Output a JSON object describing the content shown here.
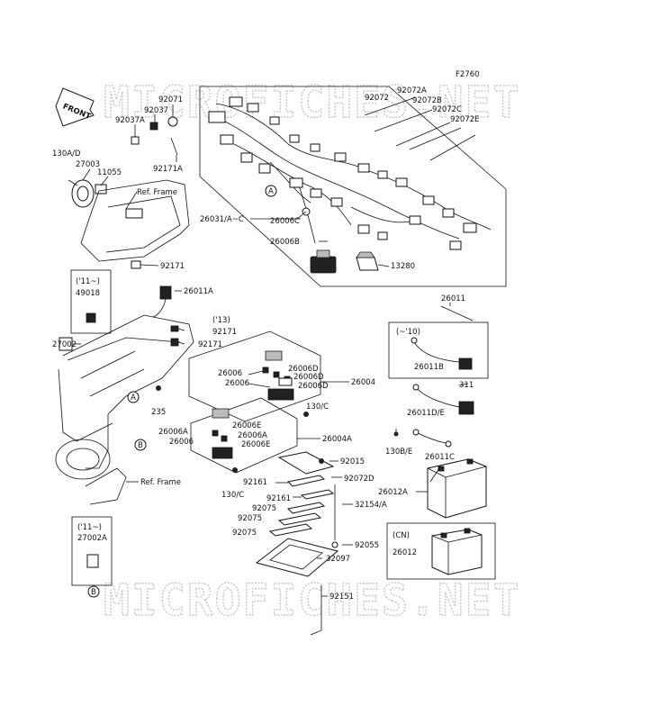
{
  "diagram_code": "F2760",
  "front_label": "FRONT",
  "watermark": "MICROFICHES.NET",
  "callout_a": "A",
  "callout_b": "B",
  "labels": {
    "p92071": "92071",
    "p92037": "92037",
    "p92037a": "92037A",
    "p92171a": "92171A",
    "p130ad": "130A/D",
    "p27003": "27003",
    "p11055": "11055",
    "ref_frame_1": "Ref. Frame",
    "p92171_1": "92171",
    "p26031": "26031/A~C",
    "p26006c": "26006C",
    "p26006b": "26006B",
    "p13280": "13280",
    "p92072": "92072",
    "p92072a": "92072A",
    "p92072b": "92072B",
    "p92072c": "92072C",
    "p92072e": "92072E",
    "yr11_1": "('11~)",
    "p49018": "49018",
    "p26011a": "26011A",
    "yr13": "('13)",
    "p92171_2": "92171",
    "p92171_3": "92171",
    "p27002": "27002",
    "p26011": "26011",
    "yr10": "(~'10)",
    "p26011b": "26011B",
    "p311": "311",
    "p26011de": "26011D/E",
    "p130be": "130B/E",
    "p26011c": "26011C",
    "p26006_1": "26006",
    "p26006_2": "26006",
    "p26006d_1": "26006D",
    "p26006d_2": "26006D",
    "p26006d_3": "26006D",
    "p26004": "26004",
    "p235": "235",
    "p130c_1": "130/C",
    "p26006a_1": "26006A",
    "p26006_3": "26006",
    "p26006e_1": "26006E",
    "p26006a_2": "26006A",
    "p26006e_2": "26006E",
    "p26004a": "26004A",
    "p92015": "92015",
    "p92161_1": "92161",
    "p92072d": "92072D",
    "ref_frame_2": "Ref. Frame",
    "p130c_2": "130/C",
    "p92161_2": "92161",
    "p26012a": "26012A",
    "p92075_1": "92075",
    "p32154a": "32154/A",
    "p92075_2": "92075",
    "p92075_3": "92075",
    "p92055": "92055",
    "cn": "(CN)",
    "p26012": "26012",
    "p32097": "32097",
    "yr11_2": "('11~)",
    "p27002a": "27002A",
    "p92151": "92151"
  }
}
